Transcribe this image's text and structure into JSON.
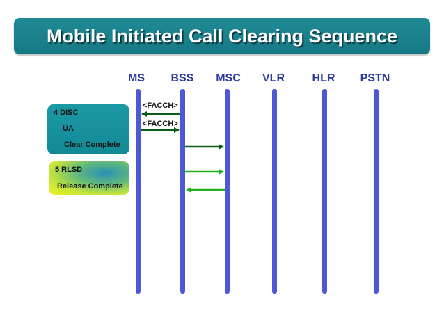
{
  "title": "Mobile Initiated Call Clearing Sequence",
  "entities": [
    "MS",
    "BSS",
    "MSC",
    "VLR",
    "HLR",
    "PSTN"
  ],
  "channel_labels": [
    "<FACCH>",
    "<FACCH>"
  ],
  "group1": {
    "lines": [
      "4  DISC",
      "UA",
      "Clear Complete"
    ]
  },
  "group2": {
    "lines": [
      "5  RLSD",
      "Release Complete"
    ]
  },
  "colors": {
    "title_bg": "#1a8590",
    "lifeline": "#4d58d6",
    "arrow_dark": "#0b5e1a",
    "arrow_light": "#22b01e",
    "box1": "#1a95a1",
    "box2_edge": "#f3f21d"
  },
  "arrows": [
    {
      "from": "BSS",
      "to": "MS",
      "style": "dark"
    },
    {
      "from": "MS",
      "to": "BSS",
      "style": "dark"
    },
    {
      "from": "BSS",
      "to": "MSC",
      "style": "dark"
    },
    {
      "from": "BSS",
      "to": "MSC",
      "style": "light"
    },
    {
      "from": "MSC",
      "to": "BSS",
      "style": "light"
    }
  ]
}
